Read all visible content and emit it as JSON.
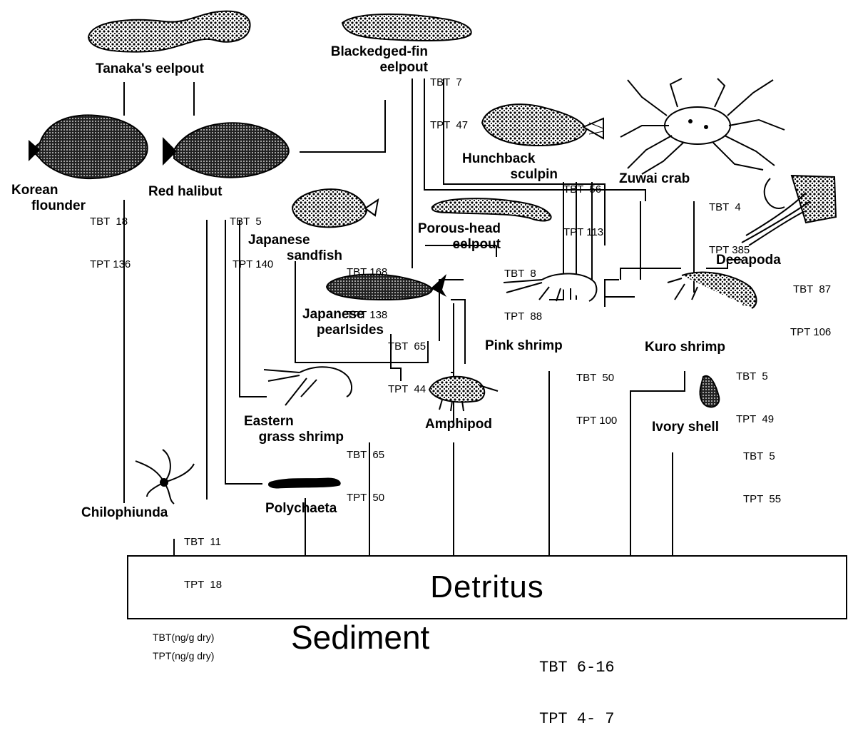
{
  "nodes": {
    "tanaka": {
      "label": "Tanaka's eelpout"
    },
    "blackedged": {
      "label_line1": "Blackedged-fin",
      "label_line2": "eelpout",
      "tbt": "TBT  7",
      "tpt": "TPT  47"
    },
    "korean": {
      "label_line1": "Korean",
      "label_line2": "flounder",
      "tbt": "TBT  18",
      "tpt": "TPT 136"
    },
    "redhalibut": {
      "label": "Red halibut",
      "tbt": "TBT  5",
      "tpt": "TPT 140"
    },
    "hunchback": {
      "label_line1": "Hunchback",
      "label_line2": "sculpin",
      "tbt": "TBT  56",
      "tpt": "TPT 113"
    },
    "zuwai": {
      "label": "Zuwai crab",
      "tbt": "TBT  4",
      "tpt": "TPT 385"
    },
    "sandfish": {
      "label_line1": "Japanese",
      "label_line2": "sandfish",
      "tbt": "TBT 168",
      "tpt": "TPT 138"
    },
    "porous": {
      "label_line1": "Porous-head",
      "label_line2": "eelpout",
      "tbt": "TBT  8",
      "tpt": "TPT  88"
    },
    "decapoda": {
      "label": "Decapoda",
      "tbt": "TBT  87",
      "tpt": "TPT 106"
    },
    "pearlsides": {
      "label_line1": "Japanese",
      "label_line2": "pearlsides",
      "tbt": "TBT  65",
      "tpt": "TPT  44"
    },
    "pinkshrimp": {
      "label": "Pink shrimp",
      "tbt": "TBT  50",
      "tpt": "TPT 100"
    },
    "kuroshrimp": {
      "label": "Kuro shrimp",
      "tbt": "TBT  5",
      "tpt": "TPT  49"
    },
    "eastern": {
      "label_line1": "Eastern",
      "label_line2": "grass shrimp",
      "tbt": "TBT  65",
      "tpt": "TPT  50"
    },
    "amphipod": {
      "label": "Amphipod"
    },
    "ivory": {
      "label": "Ivory shell",
      "tbt": "TBT  5",
      "tpt": "TPT  55"
    },
    "chilophiunda": {
      "label": "Chilophiunda",
      "tbt": "TBT  11",
      "tpt": "TPT  18"
    },
    "polychaeta": {
      "label": "Polychaeta"
    }
  },
  "detritus": "Detritus",
  "sediment": {
    "label": "Sediment",
    "tbt": "TBT 6-16",
    "tpt": "TPT 4- 7"
  },
  "units": {
    "tbt": "TBT(ng/g dry)",
    "tpt": "TPT(ng/g dry)"
  },
  "colors": {
    "ink": "#000000",
    "background": "#ffffff"
  }
}
